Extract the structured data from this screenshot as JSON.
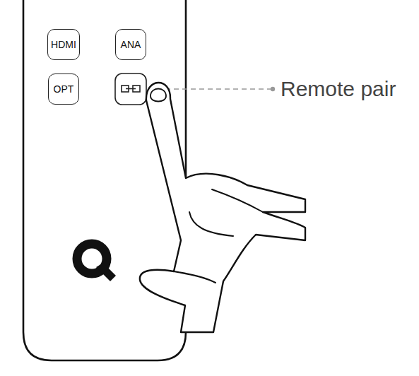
{
  "diagram": {
    "nodes": [
      {
        "text": [
          "HDMI"
        ]
      },
      {
        "text": [
          "ANA"
        ]
      },
      {
        "text": [
          "OPT"
        ]
      }
    ],
    "labels": [
      "Remote pair"
    ]
  }
}
